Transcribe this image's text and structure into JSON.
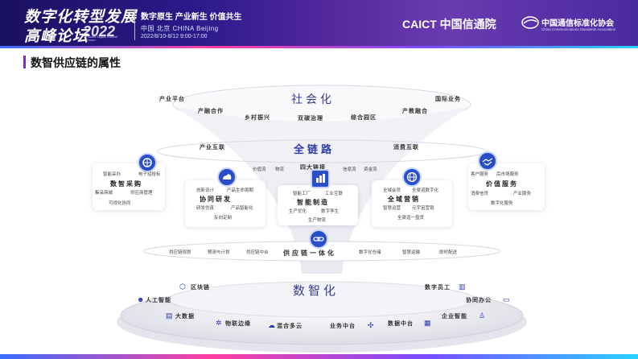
{
  "header": {
    "title_line1": "数字化转型发展",
    "title_line2": "高峰论坛",
    "year": "2022",
    "subtitle_en": "Pooled Digital Summit Forum",
    "slogan": "数字原生 产业新生 价值共生",
    "location": "中国 北京   CHINA   Beijing",
    "date": "2022/8/10-8/12     9:00-17:00",
    "caict": "CAICT 中国信通院",
    "ccsa": "中国通信标准化协会",
    "ccsa_en": "China Communications Standards Association"
  },
  "section_title": "数智供应链的属性",
  "top_layer": {
    "title": "社会化",
    "items": [
      "产业平台",
      "产融合作",
      "乡村振兴",
      "双碳治理",
      "综合园区",
      "产教融合",
      "国际业务"
    ]
  },
  "middle_layer": {
    "title": "全链路",
    "left": "产业互联",
    "right": "消费互联",
    "flows": [
      "价值流",
      "物流",
      "四大链接",
      "信息流",
      "资金流"
    ]
  },
  "cards": {
    "procurement": {
      "title": "数智采购",
      "items": [
        "智能采办",
        "电子招投标",
        "集采商城",
        "供应商管理",
        "可视化协同"
      ]
    },
    "rd": {
      "title": "协同研发",
      "items": [
        "创新设计",
        "产品生命周期",
        "研发仿真",
        "产品智能化",
        "反向定制"
      ]
    },
    "manufacturing": {
      "title": "智能制造",
      "items": [
        "智能工厂",
        "工业互联",
        "生产优化",
        "数字孪生",
        "生产物流"
      ]
    },
    "marketing": {
      "title": "全域营销",
      "items": [
        "全域会员",
        "全渠道数字化",
        "智慧运营",
        "元宇宙营销",
        "全渠道一盘货"
      ]
    },
    "value": {
      "title": "价值服务",
      "items": [
        "客户服务",
        "后市场服务",
        "消费信贷",
        "产业服务",
        "数字化服务"
      ]
    }
  },
  "integration": {
    "title": "供应链一体化",
    "items": [
      "供应链规划",
      "预测与计划",
      "供应链中台",
      "数字化仓储",
      "智慧运输",
      "即时配送"
    ]
  },
  "base_layer": {
    "title": "数智化",
    "items": [
      "区块链",
      "人工智能",
      "大数据",
      "物联边缘",
      "混合多云",
      "业务中台",
      "数据中台",
      "企业智能",
      "数字员工",
      "协同办公"
    ]
  },
  "colors": {
    "accent": "#7a2ec8",
    "blue": "#2a4ec8",
    "title_blue": "#3a3a9a"
  }
}
